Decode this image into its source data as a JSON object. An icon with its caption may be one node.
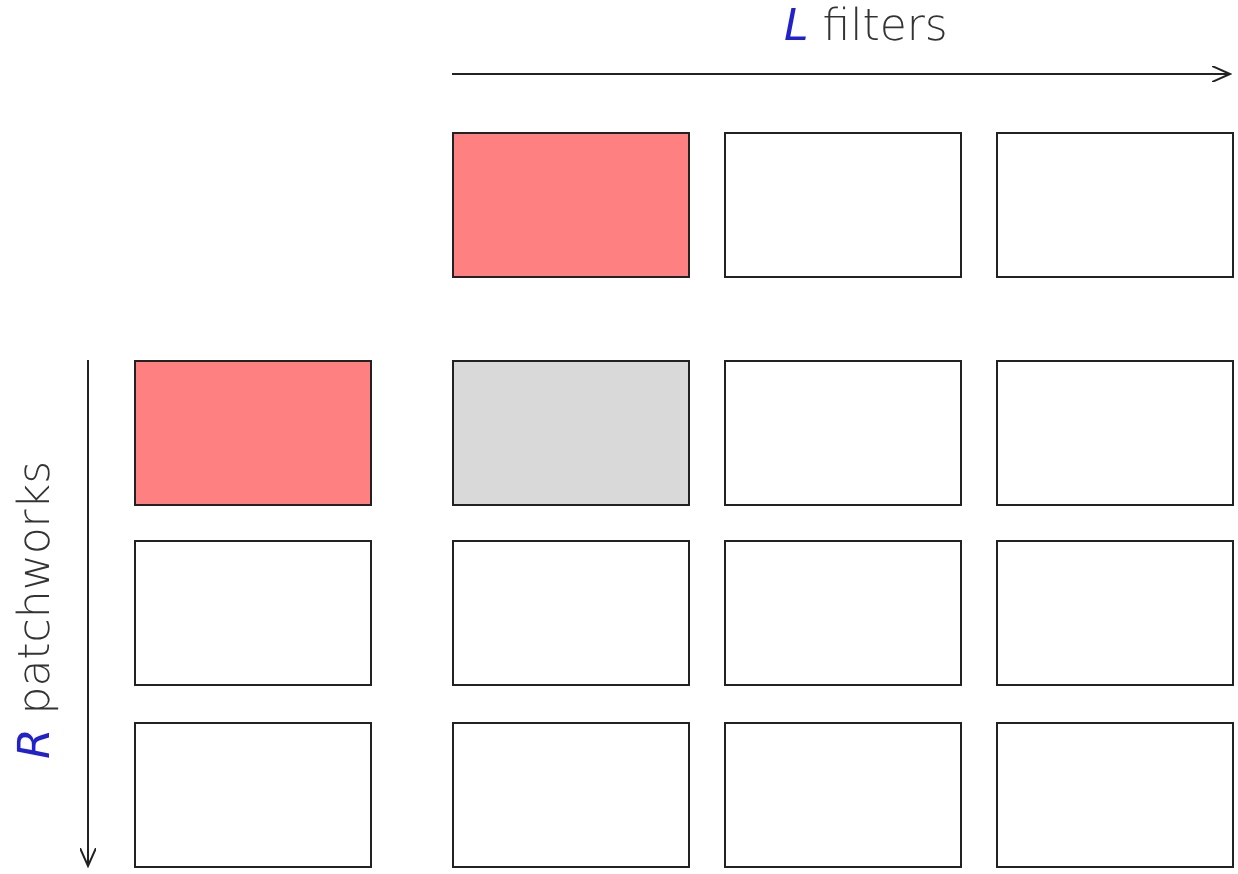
{
  "diagram": {
    "nodes": [
      {
        "text": [],
        "shape": "box"
      },
      {
        "text": [],
        "shape": "box"
      },
      {
        "text": [],
        "shape": "box"
      },
      {
        "text": [],
        "shape": "box"
      },
      {
        "text": [],
        "shape": "box"
      },
      {
        "text": [],
        "shape": "box"
      },
      {
        "text": [],
        "shape": "box"
      },
      {
        "text": [],
        "shape": "box"
      },
      {
        "text": [],
        "shape": "box"
      },
      {
        "text": [],
        "shape": "box"
      },
      {
        "text": [],
        "shape": "box"
      },
      {
        "text": [],
        "shape": "box"
      },
      {
        "text": [],
        "shape": "box"
      },
      {
        "text": [],
        "shape": "box"
      },
      {
        "text": [],
        "shape": "box"
      }
    ],
    "labels": [
      "*L* filters",
      "*R* patchworks"
    ]
  }
}
